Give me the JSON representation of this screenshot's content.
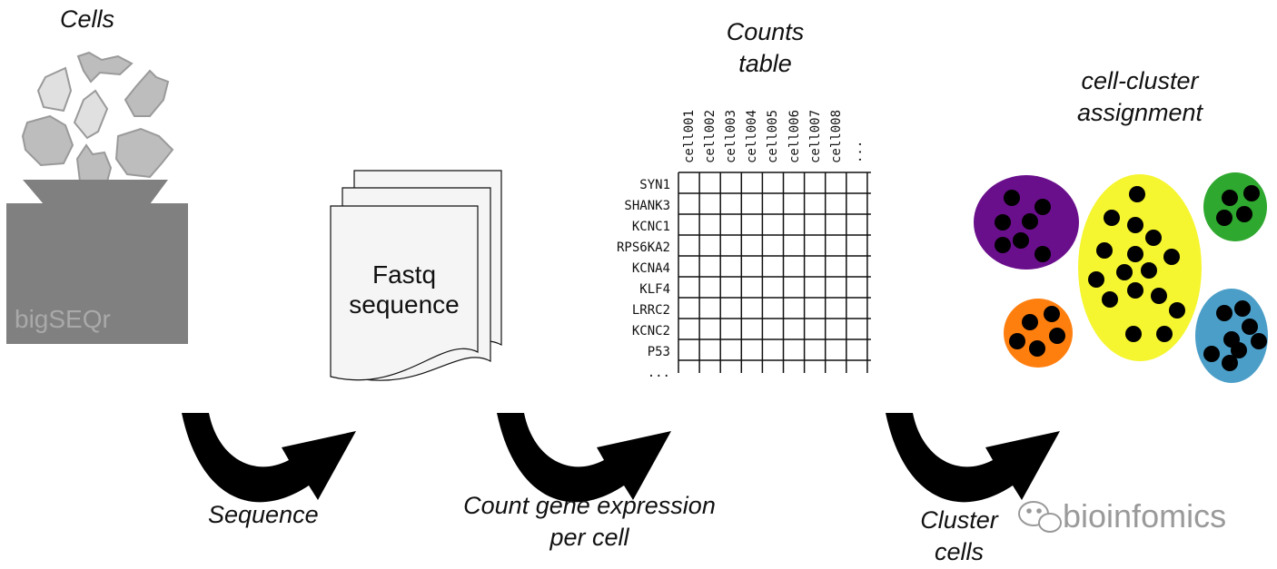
{
  "cells_title": "Cells",
  "machine_label": "bigSEQr",
  "fastq_label_line1": "Fastq",
  "fastq_label_line2": "sequence",
  "counts_title_line1": "Counts",
  "counts_title_line2": "table",
  "counts_table": {
    "columns": [
      "cell001",
      "cell002",
      "cell003",
      "cell004",
      "cell005",
      "cell006",
      "cell007",
      "cell008",
      "..."
    ],
    "rows": [
      "SYN1",
      "SHANK3",
      "KCNC1",
      "RPS6KA2",
      "KCNA4",
      "KLF4",
      "LRRC2",
      "KCNC2",
      "P53",
      "..."
    ]
  },
  "cluster_title_line1": "cell-cluster",
  "cluster_title_line2": "assignment",
  "step1_label": "Sequence",
  "step2_label_line1": "Count gene expression",
  "step2_label_line2": "per cell",
  "step3_label_line1": "Cluster",
  "step3_label_line2": "cells",
  "watermark": "bioinfomics",
  "colors": {
    "machine": "#808080",
    "cell_fill": "#bdbdbd",
    "cluster_purple": "#6a0f8c",
    "cluster_yellow": "#f5f530",
    "cluster_green": "#2ea82e",
    "cluster_orange": "#ff7f0e",
    "cluster_blue": "#4a9ec8"
  }
}
